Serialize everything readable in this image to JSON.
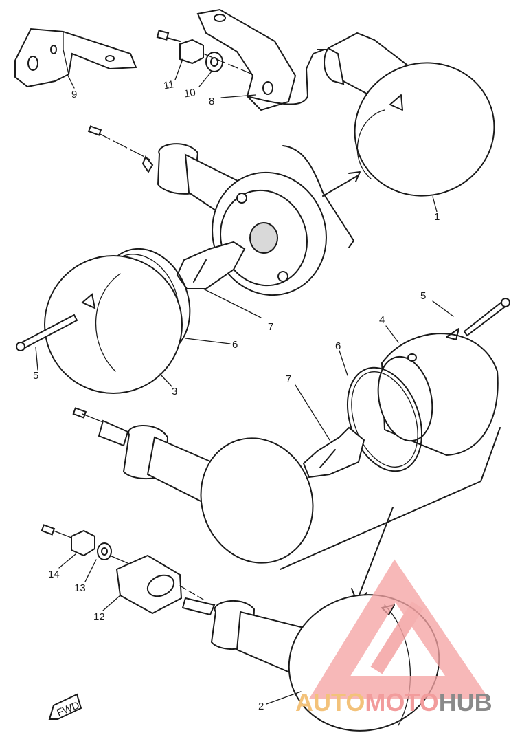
{
  "diagram": {
    "parts": [
      {
        "number": "1"
      },
      {
        "number": "2"
      },
      {
        "number": "3"
      },
      {
        "number": "4"
      },
      {
        "number": "5"
      },
      {
        "number": "5"
      },
      {
        "number": "6"
      },
      {
        "number": "6"
      },
      {
        "number": "7"
      },
      {
        "number": "7"
      },
      {
        "number": "8"
      },
      {
        "number": "9"
      },
      {
        "number": "10"
      },
      {
        "number": "11"
      },
      {
        "number": "12"
      },
      {
        "number": "13"
      },
      {
        "number": "14"
      }
    ],
    "direction_marker": "FWD"
  },
  "watermark": {
    "part1": "AUTO",
    "part2": "MOTO",
    "part3": "HUB",
    "colors": {
      "part1": "#f3c27a",
      "part2": "#f29c9c",
      "part3": "#8a8a8a"
    }
  }
}
